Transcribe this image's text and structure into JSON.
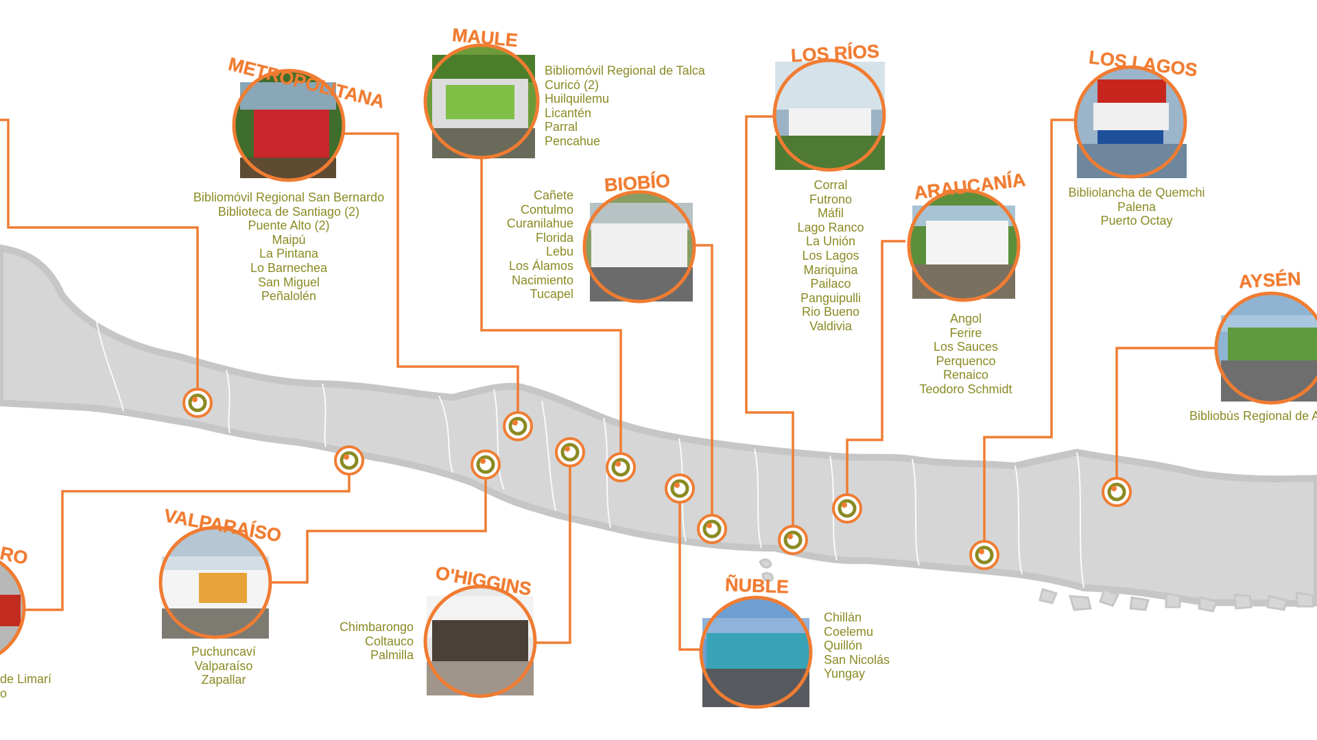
{
  "colors": {
    "accent": "#f07c32",
    "text": "#8a8a24",
    "map_fill": "#d4d4d4",
    "map_border": "#c4c4c4",
    "marker_ring": "#f07c32",
    "marker_inner": "#8a8a24"
  },
  "regions": [
    {
      "id": "metropolitana",
      "title": "METROPOLITANA",
      "places": [
        "Bibliomóvil Regional San Bernardo",
        "Biblioteca de Santiago (2)",
        "Puente Alto (2)",
        "Maipú",
        "La Pintana",
        "Lo Barnechea",
        "San Miguel",
        "Peñalolén"
      ]
    },
    {
      "id": "maule",
      "title": "MAULE",
      "places": [
        "Bibliomóvil Regional de Talca",
        "Curicó (2)",
        "Huilquilemu",
        "Licantén",
        "Parral",
        "Pencahue"
      ]
    },
    {
      "id": "biobio",
      "title": "BIOBÍO",
      "places": [
        "Cañete",
        "Contulmo",
        "Curanilahue",
        "Florida",
        "Lebu",
        "Los Álamos",
        "Nacimiento",
        "Tucapel"
      ]
    },
    {
      "id": "los-rios",
      "title": "LOS RÍOS",
      "places": [
        "Corral",
        "Futrono",
        "Máfil",
        "Lago Ranco",
        "La Unión",
        "Los Lagos",
        "Mariquina",
        "Pailaco",
        "Panguipulli",
        "Rio Bueno",
        "Valdivia"
      ]
    },
    {
      "id": "araucania",
      "title": "ARAUCANÍA",
      "places": [
        "Angol",
        "Ferire",
        "Los Sauces",
        "Perquenco",
        "Renaico",
        "Teodoro Schmidt"
      ]
    },
    {
      "id": "los-lagos",
      "title": "LOS LAGOS",
      "places": [
        "Bibliolancha de Quemchi",
        "Palena",
        "Puerto Octay"
      ]
    },
    {
      "id": "aysen",
      "title": "AYSÉN",
      "places": [
        "Bibliobús Regional de A"
      ]
    },
    {
      "id": "valparaiso",
      "title": "VALPARAÍSO",
      "places": [
        "Puchuncaví",
        "Valparaíso",
        "Zapallar"
      ]
    },
    {
      "id": "ohiggins",
      "title": "O'HIGGINS",
      "places": [
        "Chimbarongo",
        "Coltauco",
        "Palmilla"
      ]
    },
    {
      "id": "nuble",
      "title": "ÑUBLE",
      "places": [
        "Chillán",
        "Coelemu",
        "Quillón",
        "San Nicolás",
        "Yungay"
      ]
    },
    {
      "id": "coquimbo",
      "title": "RO",
      "places": [
        "de Limarí",
        "o"
      ]
    }
  ]
}
